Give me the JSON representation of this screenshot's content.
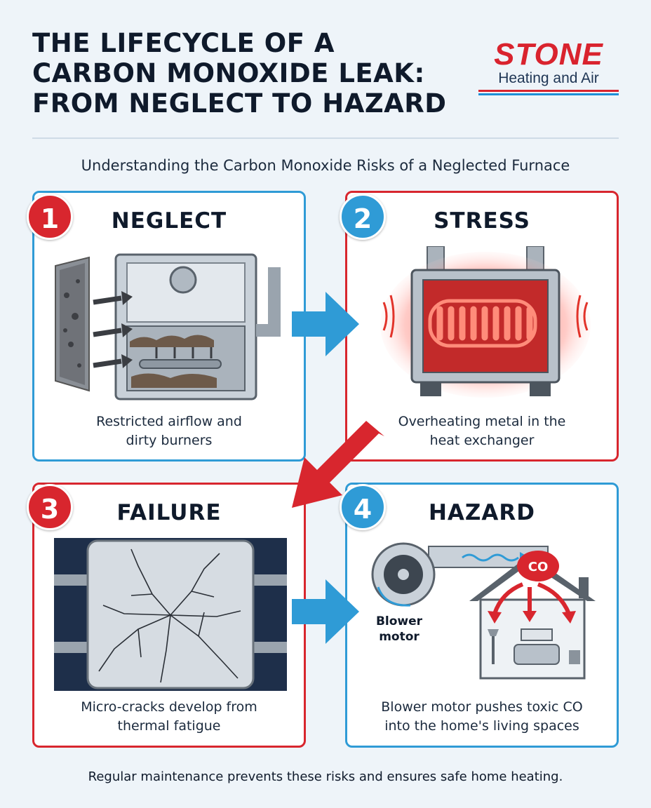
{
  "header": {
    "title_lines": [
      "THE LIFECYCLE OF A",
      "CARBON MONOXIDE LEAK:",
      "FROM NEGLECT TO HAZARD"
    ],
    "subtitle": "Understanding the Carbon Monoxide Risks of a Neglected Furnace"
  },
  "logo": {
    "word": "STONE",
    "sub": "Heating and Air"
  },
  "steps": [
    {
      "number": "1",
      "title": "NEGLECT",
      "caption_lines": [
        "Restricted airflow and",
        "dirty burners"
      ]
    },
    {
      "number": "2",
      "title": "STRESS",
      "caption_lines": [
        "Overheating metal in the",
        "heat exchanger"
      ]
    },
    {
      "number": "3",
      "title": "FAILURE",
      "caption_lines": [
        "Micro-cracks develop from",
        "thermal fatigue"
      ]
    },
    {
      "number": "4",
      "title": "HAZARD",
      "caption_lines": [
        "Blower motor pushes toxic CO",
        "into the home's living spaces"
      ]
    }
  ],
  "hazard_labels": {
    "blower_line1": "Blower",
    "blower_line2": "motor",
    "co_badge": "CO"
  },
  "footer": "Regular maintenance prevents these risks and ensures safe home heating.",
  "colors": {
    "accent_blue": "#2f9bd6",
    "accent_red": "#d8262e",
    "text_dark": "#0f1a2b"
  }
}
